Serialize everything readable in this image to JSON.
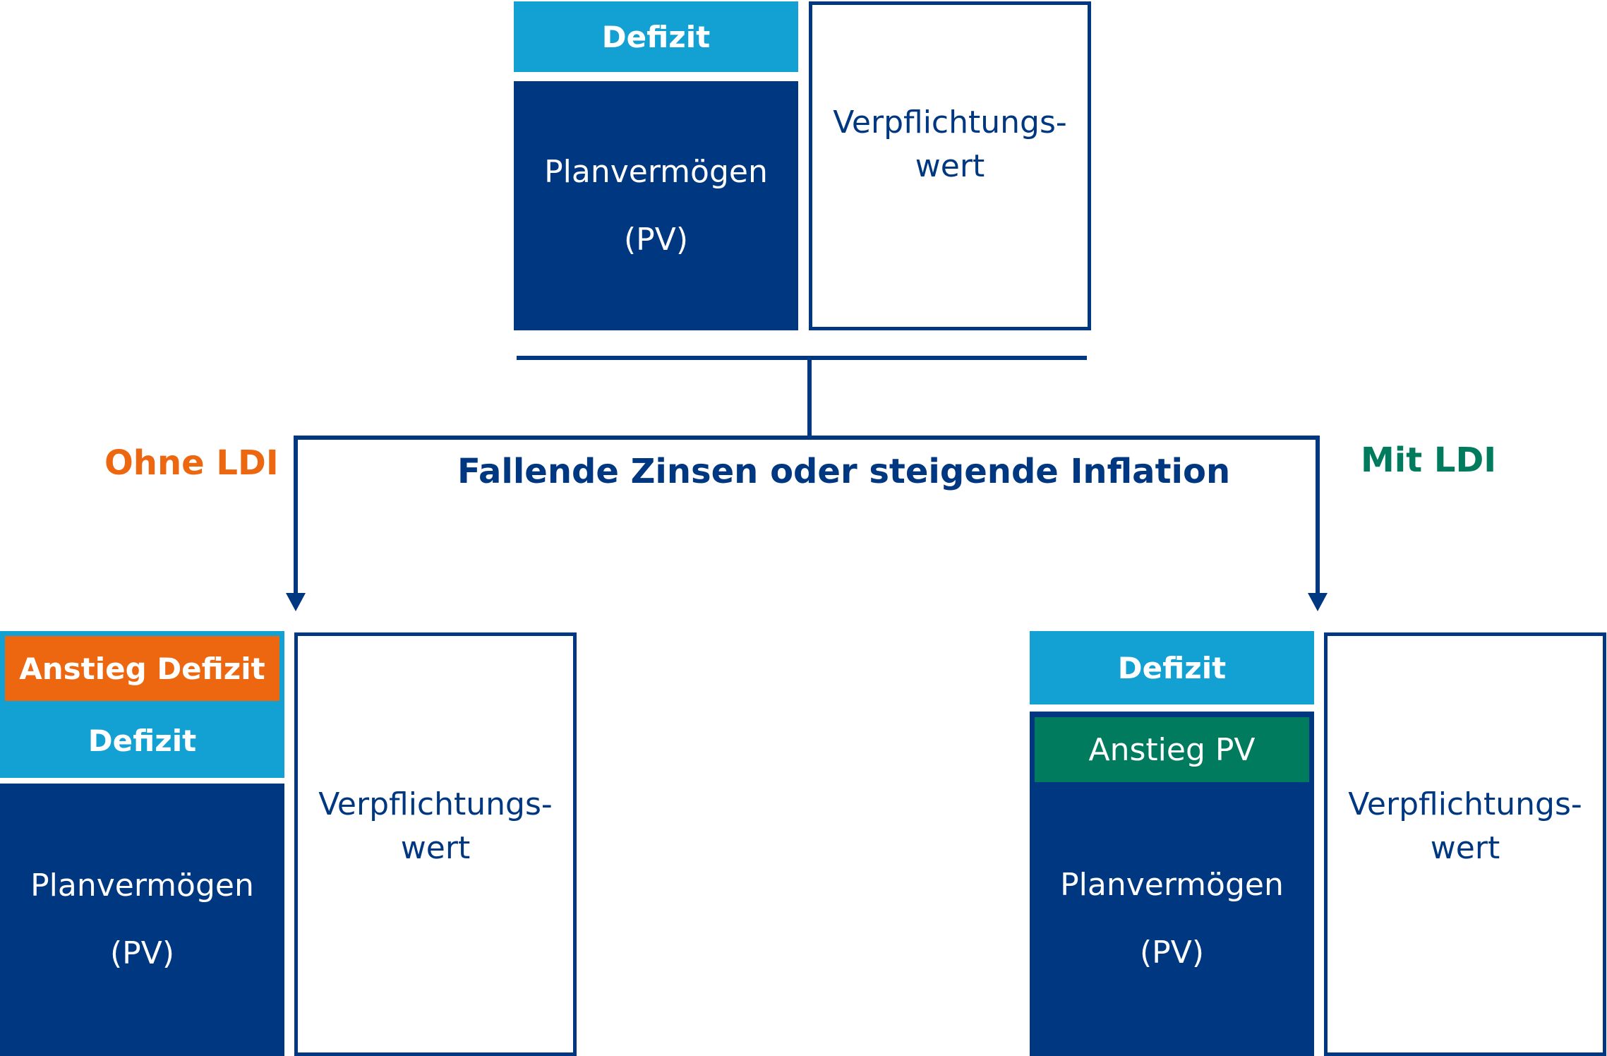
{
  "colors": {
    "navy": "#003781",
    "light_blue": "#13a0d3",
    "orange": "#ec6710",
    "green": "#007b5e"
  },
  "top": {
    "deficit": "Defizit",
    "assets_line1": "Planvermögen",
    "assets_line2": "(PV)",
    "obligation_line1": "Verpflichtungs-",
    "obligation_line2": "wert"
  },
  "scenario_label": "Fallende Zinsen oder steigende Inflation",
  "left": {
    "title": "Ohne LDI",
    "increase_deficit": "Anstieg Defizit",
    "deficit": "Defizit",
    "assets_line1": "Planvermögen",
    "assets_line2": "(PV)",
    "obligation_line1": "Verpflichtungs-",
    "obligation_line2": "wert"
  },
  "right": {
    "title": "Mit LDI",
    "deficit": "Defizit",
    "increase_pv": "Anstieg PV",
    "assets_line1": "Planvermögen",
    "assets_line2": "(PV)",
    "obligation_line1": "Verpflichtungs-",
    "obligation_line2": "wert"
  }
}
